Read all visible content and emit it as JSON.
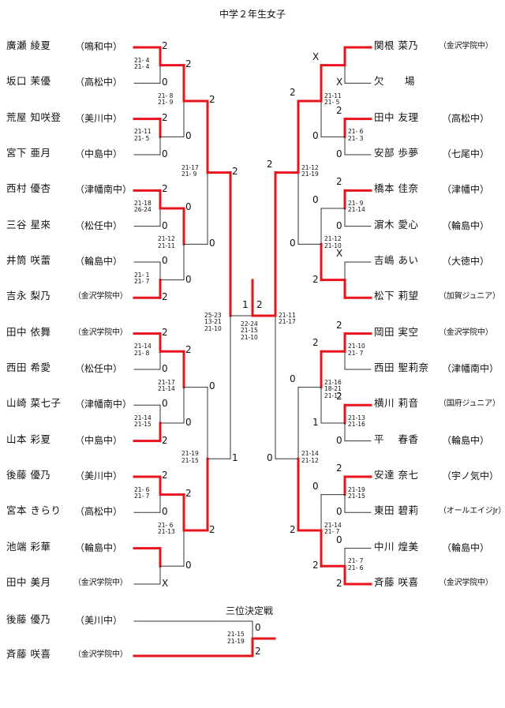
{
  "title": "中学２年生女子",
  "third_place_title": "三位決定戦",
  "colors": {
    "winner": "#e8131b",
    "line": "#333333"
  },
  "left_players": [
    {
      "name": "廣瀬 綾夏",
      "school": "（鳴和中）"
    },
    {
      "name": "坂口 茉優",
      "school": "（高松中）"
    },
    {
      "name": "荒屋 知咲登",
      "school": "（美川中）"
    },
    {
      "name": "宮下 亜月",
      "school": "（中島中）"
    },
    {
      "name": "西村 優杏",
      "school": "（津幡南中）"
    },
    {
      "name": "三谷 星來",
      "school": "（松任中）"
    },
    {
      "name": "井筒 咲蕾",
      "school": "（輪島中）"
    },
    {
      "name": "吉永 梨乃",
      "school": "（金沢学院中）"
    },
    {
      "name": "田中 依舞",
      "school": "（金沢学院中）"
    },
    {
      "name": "西田 希愛",
      "school": "（松任中）"
    },
    {
      "name": "山崎 菜七子",
      "school": "（津幡南中）"
    },
    {
      "name": "山本 彩夏",
      "school": "（中島中）"
    },
    {
      "name": "後藤 優乃",
      "school": "（美川中）"
    },
    {
      "name": "宮本 きらり",
      "school": "（高松中）"
    },
    {
      "name": "池端 彩華",
      "school": "（輪島中）"
    },
    {
      "name": "田中 美月",
      "school": "（金沢学院中）"
    }
  ],
  "right_players": [
    {
      "name": "関根 菜乃",
      "school": "（金沢学院中）"
    },
    {
      "name": "欠　　場",
      "school": ""
    },
    {
      "name": "田中 友理",
      "school": "（高松中）"
    },
    {
      "name": "安部 歩夢",
      "school": "（七尾中）"
    },
    {
      "name": "橋本 佳奈",
      "school": "（津幡中）"
    },
    {
      "name": "濵木 愛心",
      "school": "（輪島中）"
    },
    {
      "name": "吉嶋 あい",
      "school": "（大徳中）"
    },
    {
      "name": "松下 莉望",
      "school": "（加賀ジュニア）"
    },
    {
      "name": "岡田 実空",
      "school": "（金沢学院中）"
    },
    {
      "name": "西田 聖莉奈",
      "school": "（津幡南中）"
    },
    {
      "name": "横川 莉音",
      "school": "（国府ジュニア）"
    },
    {
      "name": "平 　春香",
      "school": "（輪島中）"
    },
    {
      "name": "安達 奈七",
      "school": "（宇ノ気中）"
    },
    {
      "name": "東田 碧莉",
      "school": "（オールエイジJr）"
    },
    {
      "name": "中川 煌美",
      "school": "（輪島中）"
    },
    {
      "name": "斉藤 咲喜",
      "school": "（金沢学院中）"
    }
  ],
  "third_players": [
    {
      "name": "後藤 優乃",
      "school": "（美川中）"
    },
    {
      "name": "斉藤 咲喜",
      "school": "（金沢学院中）"
    }
  ],
  "left_r1": [
    {
      "top": "2",
      "bot": "0",
      "sets": "21- 4\n21- 4"
    },
    {
      "top": "2",
      "bot": "0",
      "sets": "21-11\n21- 5"
    },
    {
      "top": "2",
      "bot": "0",
      "sets": "21-18\n26-24"
    },
    {
      "top": "0",
      "bot": "2",
      "sets": "21- 1\n21- 7"
    },
    {
      "top": "2",
      "bot": "0",
      "sets": "21-14\n21- 8"
    },
    {
      "top": "0",
      "bot": "2",
      "sets": "21-14\n21-15"
    },
    {
      "top": "2",
      "bot": "0",
      "sets": "21- 6\n21- 7"
    },
    {
      "top": "",
      "bot": "X",
      "sets": ""
    }
  ],
  "left_r2": [
    {
      "top": "2",
      "bot": "0",
      "sets": "21- 8\n21- 9"
    },
    {
      "top": "0",
      "bot": "0",
      "sets": "21-12\n21-11"
    },
    {
      "top": "2",
      "bot": "0",
      "sets": "21-17\n21-14"
    },
    {
      "top": "2",
      "bot": "0",
      "sets": "21- 6\n21-13"
    }
  ],
  "left_r3": [
    {
      "top": "2",
      "bot": "0",
      "sets": "21-17\n21- 9"
    },
    {
      "top": "0",
      "bot": "2",
      "sets": "21-19\n21-15"
    }
  ],
  "left_r4": {
    "top": "2",
    "bot": "1",
    "sets": "25-23\n13-21\n21-10"
  },
  "final": {
    "left": "1",
    "right": "2",
    "sets": "22-24\n21-15\n21-10"
  },
  "right_r1": [
    {
      "top": "",
      "bot": "X",
      "sets": ""
    },
    {
      "top": "2",
      "bot": "0",
      "sets": "21- 6\n21- 3"
    },
    {
      "top": "2",
      "bot": "0",
      "sets": "21- 9\n21-14"
    },
    {
      "top": "X",
      "bot": "",
      "sets": ""
    },
    {
      "top": "2",
      "bot": "",
      "sets": "21-10\n21- 7"
    },
    {
      "top": "2",
      "bot": "0",
      "sets": "21-13\n21-16"
    },
    {
      "top": "2",
      "bot": "0",
      "sets": "21-19\n21-15"
    },
    {
      "top": "0",
      "bot": "2",
      "sets": "21- 7\n21- 6"
    }
  ],
  "right_r2": [
    {
      "top": "X",
      "bot": "0",
      "sets": "21-11\n21- 5"
    },
    {
      "top": "0",
      "bot": "2",
      "sets": "21-12\n21-10"
    },
    {
      "top": "2",
      "bot": "1",
      "sets": "21-16\n18-21\n21-12"
    },
    {
      "top": "0",
      "bot": "2",
      "sets": "21-14\n21- 7"
    }
  ],
  "right_r3": [
    {
      "top": "2",
      "bot": "0",
      "sets": "21-12\n21-19"
    },
    {
      "top": "0",
      "bot": "2",
      "sets": "21-14\n21-12"
    }
  ],
  "right_r4": {
    "top": "2",
    "bot": "0",
    "sets": "21-11\n21-17"
  },
  "third_place": {
    "top": "0",
    "bot": "2",
    "sets": "21-15\n21-19"
  }
}
